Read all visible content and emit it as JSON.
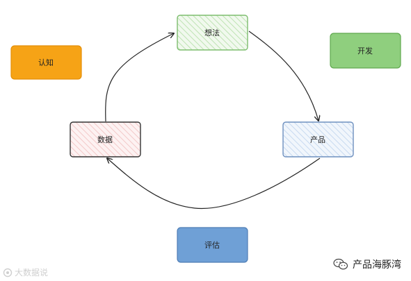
{
  "nodes": {
    "cognition": {
      "label": "认知",
      "fill": "#f6a316",
      "stroke": "#e48f0a"
    },
    "idea": {
      "label": "想法",
      "fill": "#e6f4e2",
      "stroke": "#7dbd6e"
    },
    "develop": {
      "label": "开发",
      "fill": "#8fcf7e",
      "stroke": "#5fa84e"
    },
    "data": {
      "label": "数据",
      "fill": "#fbe5e5",
      "stroke": "#333333"
    },
    "product": {
      "label": "产品",
      "fill": "#e3edf8",
      "stroke": "#6e90bf"
    },
    "evaluate": {
      "label": "评估",
      "fill": "#6fa0d6",
      "stroke": "#4f7db5"
    }
  },
  "watermark": {
    "right_text": "产品海豚湾",
    "left_text": "大数据说"
  },
  "icons": {
    "wechat": "wechat-icon",
    "source": "circle-logo-icon"
  }
}
